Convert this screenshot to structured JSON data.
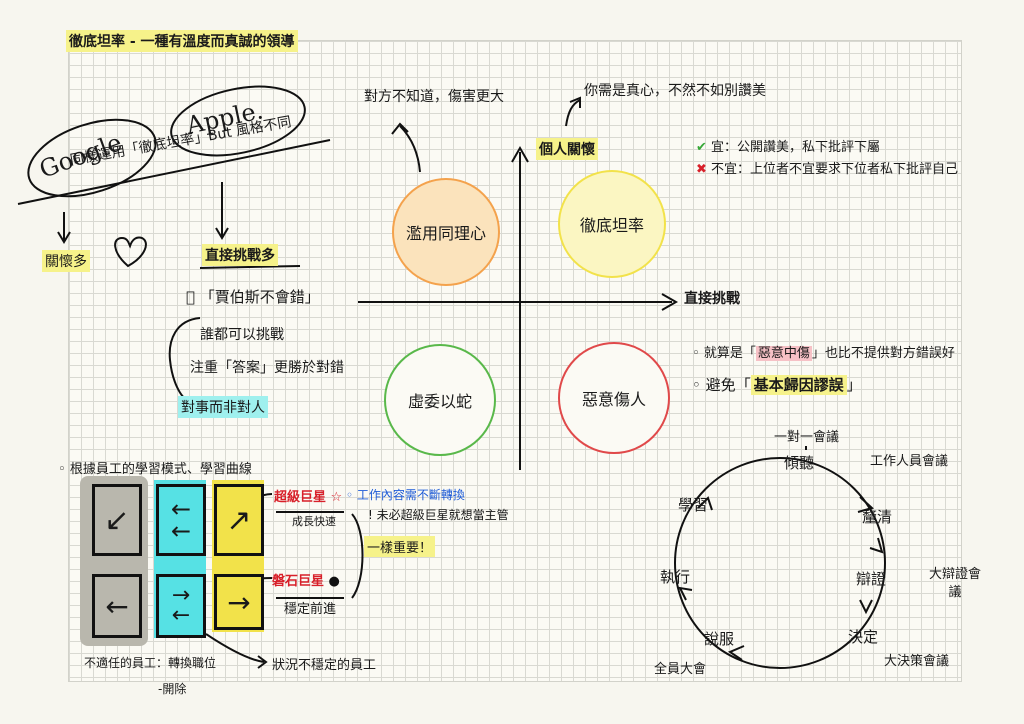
{
  "title": "徹底坦率 - 一種有溫度而真誠的領導",
  "logos": {
    "google": "Google",
    "apple": "Apple."
  },
  "left_notes": {
    "same_use": "同樣運用「徹底坦率」But 風格不同",
    "google_note": "關懷多",
    "apple_note": "直接挑戰多",
    "jobs_quote": "「賈伯斯不會錯」",
    "bullet1": "誰都可以挑戰",
    "bullet2": "注重「答案」更勝於對錯",
    "bullet3": "對事而非對人"
  },
  "matrix": {
    "y_axis": "個人關懷",
    "x_axis": "直接挑戰",
    "top_note": "對方不知道，傷害更大",
    "top_right_note": "你需是真心，不然不如別讚美",
    "rule_ok": "宜：公開讚美，私下批評下屬",
    "rule_no": "不宜：上位者不宜要求下位者私下批評自己",
    "q_tl": "濫用同理心",
    "q_tr": "徹底坦率",
    "q_bl": "虛委以蛇",
    "q_br": "惡意傷人",
    "note_br1_pre": "就算是「",
    "note_br1_hl": "惡意中傷",
    "note_br1_post": "」也比不提供對方錯誤好",
    "note_br2_pre": "避免「",
    "note_br2_hl": "基本歸因謬誤",
    "note_br2_post": "」"
  },
  "bottom_left": {
    "heading": "根據員工的學習模式、學習曲線",
    "superstar": "超級巨星",
    "work_change": "工作內容需不斷轉換",
    "fast_growth": "成長快速",
    "not_manager": "未必超級巨星就想當主管",
    "rock": "磐石巨星",
    "steady": "穩定前進",
    "both_important": "一樣重要！",
    "unfit": "不適任的員工：轉換職位",
    "dismiss": "-開除",
    "unstable": "狀況不穩定的員工"
  },
  "cycle": {
    "one_on_one": "一對一會議",
    "staff_meeting": "工作人員會議",
    "big_debate": "大辯證會議",
    "big_decision": "大決策會議",
    "all_hands": "全員大會",
    "n_listen": "傾聽",
    "n_clarify": "釐清",
    "n_debate": "辯證",
    "n_decide": "決定",
    "n_persuade": "說服",
    "n_execute": "執行",
    "n_learn": "學習"
  },
  "colors": {
    "orange": "#f4a24c",
    "yellow": "#f2e24a",
    "green": "#59b84a",
    "red": "#e0494a",
    "cyan": "#56e1e4",
    "gray": "#b9b7ad",
    "highlight": "#f6f28a"
  }
}
